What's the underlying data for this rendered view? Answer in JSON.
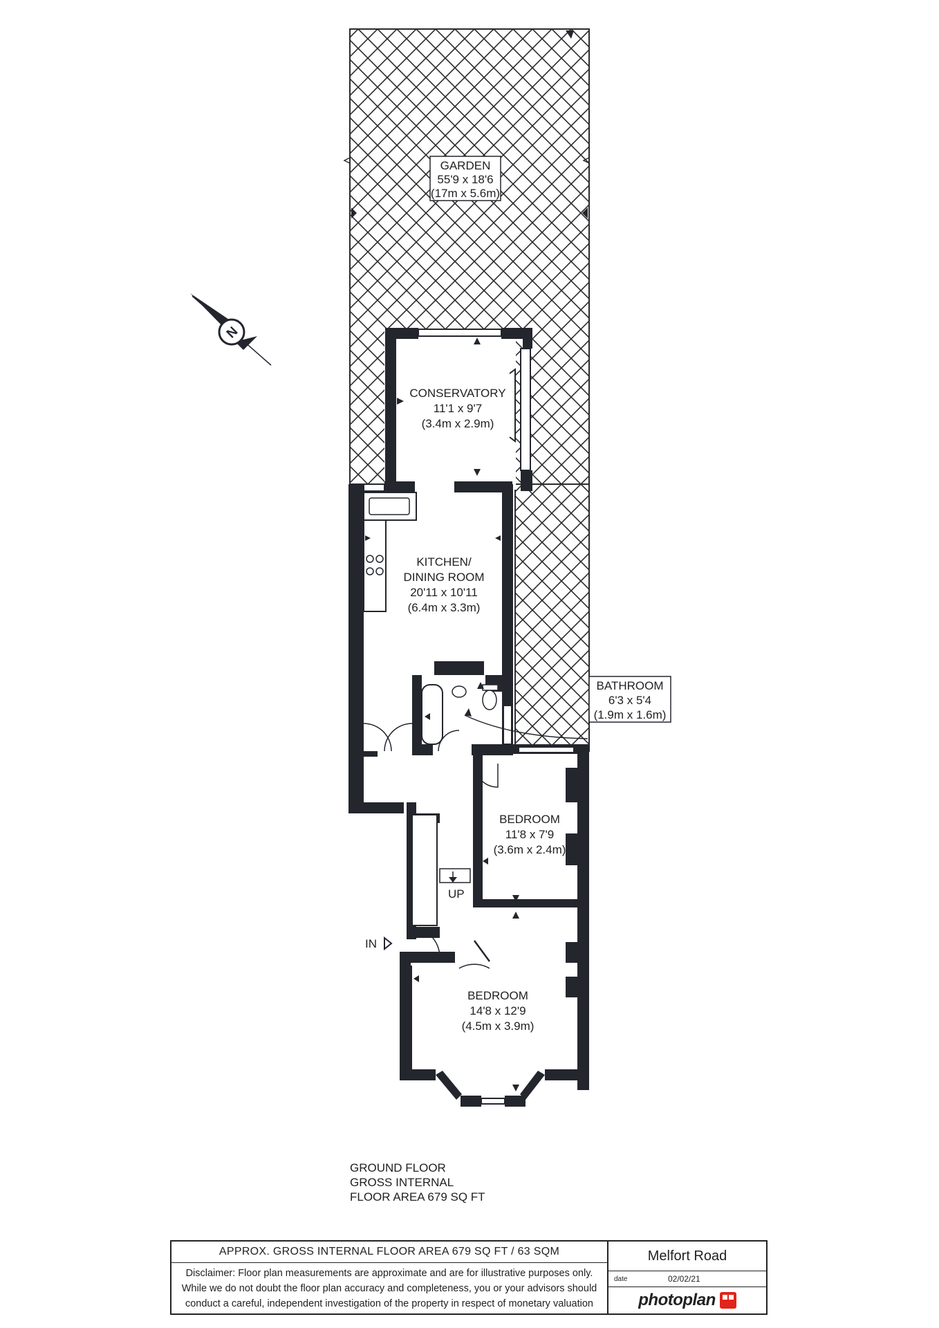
{
  "rooms": {
    "garden": {
      "name": "GARDEN",
      "imperial": "55'9 x 18'6",
      "metric": "(17m x 5.6m)"
    },
    "conservatory": {
      "name": "CONSERVATORY",
      "imperial": "11'1 x 9'7",
      "metric": "(3.4m x 2.9m)"
    },
    "kitchen": {
      "name_line1": "KITCHEN/",
      "name_line2": "DINING ROOM",
      "imperial": "20'11 x 10'11",
      "metric": "(6.4m x 3.3m)"
    },
    "bathroom": {
      "name": "BATHROOM",
      "imperial": "6'3 x 5'4",
      "metric": "(1.9m x 1.6m)"
    },
    "bedroom_small": {
      "name": "BEDROOM",
      "imperial": "11'8 x 7'9",
      "metric": "(3.6m x 2.4m)"
    },
    "bedroom_large": {
      "name": "BEDROOM",
      "imperial": "14'8 x 12'9",
      "metric": "(4.5m x 3.9m)"
    }
  },
  "labels": {
    "entrance": "IN",
    "stairs": "UP",
    "compass": "N"
  },
  "floor_info": [
    "GROUND FLOOR",
    "GROSS INTERNAL",
    "FLOOR AREA 679 SQ FT"
  ],
  "footer": {
    "area": "APPROX. GROSS INTERNAL FLOOR AREA 679 SQ FT / 63 SQM",
    "disclaimer": [
      "Disclaimer: Floor plan measurements are approximate and are for illustrative purposes only.",
      "While we do not doubt the floor plan accuracy and completeness, you or your advisors should",
      "conduct a careful, independent investigation of the property in respect of monetary valuation"
    ],
    "property": "Melfort Road",
    "date_label": "date",
    "date": "02/02/21",
    "brand": "photoplan"
  },
  "colors": {
    "wall": "#23262d",
    "hatch": "#2b2b2b",
    "brand_red": "#e2231a"
  }
}
